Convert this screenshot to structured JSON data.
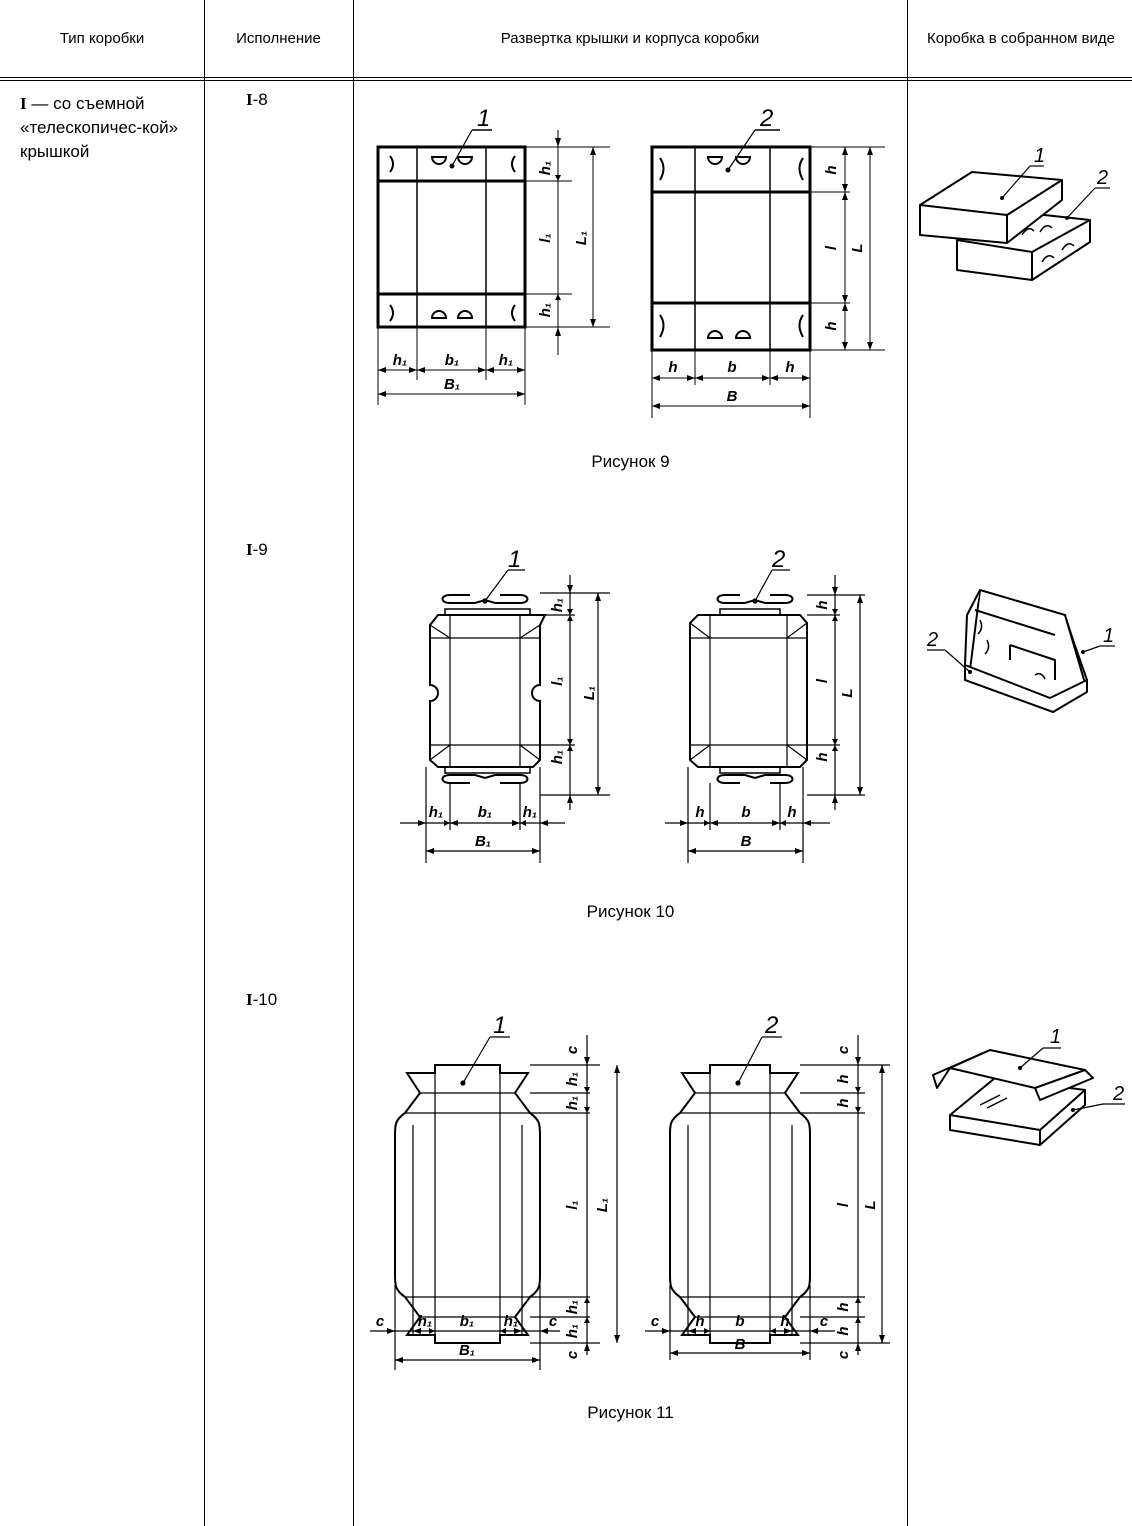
{
  "headers": {
    "type": "Тип коробки",
    "exec": "Исполнение",
    "layout": "Развертка крышки и корпуса коробки",
    "assembled": "Коробка в собранном виде"
  },
  "box_type": {
    "roman": "I",
    "text": " — со  съемной «телескопичес-кой» крышкой"
  },
  "rows": [
    {
      "exec_roman": "I",
      "exec_num": "-8",
      "caption": "Рисунок  9"
    },
    {
      "exec_roman": "I",
      "exec_num": "-9",
      "caption": "Рисунок 10"
    },
    {
      "exec_roman": "I",
      "exec_num": "-10",
      "caption": "Рисунок 11"
    }
  ],
  "labels": {
    "lid_num": "1",
    "body_num": "2",
    "h1": "h₁",
    "l1": "l₁",
    "L1": "L₁",
    "b1": "b₁",
    "B1": "B₁",
    "h": "h",
    "l": "l",
    "L": "L",
    "b": "b",
    "B": "B",
    "c": "c"
  }
}
